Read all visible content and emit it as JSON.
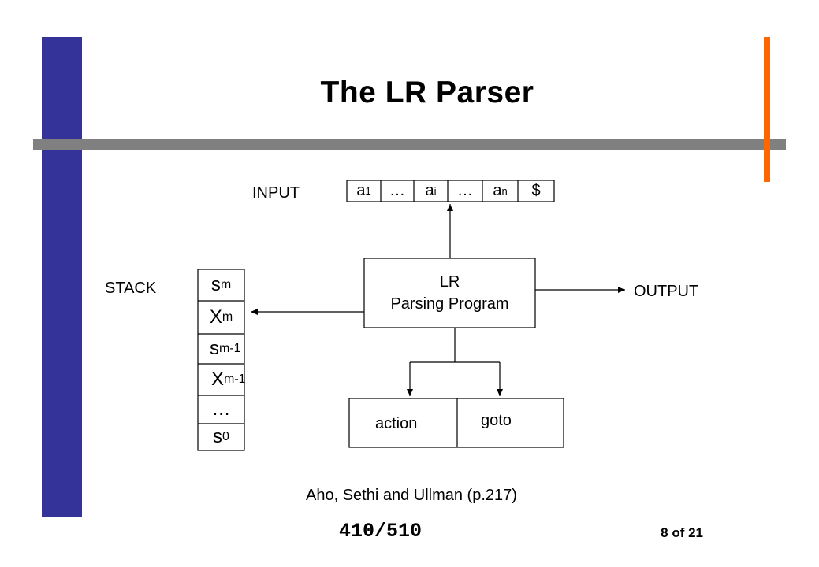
{
  "slide": {
    "title": "The LR Parser",
    "course": "410/510",
    "page": "8 of 21",
    "citation": "Aho, Sethi and Ullman (p.217)"
  },
  "labels": {
    "input": "INPUT",
    "stack": "STACK",
    "output": "OUTPUT"
  },
  "input_tape": [
    {
      "base": "a",
      "sub": "1"
    },
    {
      "base": "…",
      "sub": ""
    },
    {
      "base": "a",
      "sub": "i"
    },
    {
      "base": "…",
      "sub": ""
    },
    {
      "base": "a",
      "sub": "n"
    },
    {
      "base": "$",
      "sub": ""
    }
  ],
  "program": {
    "line1": "LR",
    "line2": "Parsing Program"
  },
  "stack_cells": [
    {
      "base": "s",
      "sub": "m"
    },
    {
      "base": "X",
      "sub": "m"
    },
    {
      "base": "s",
      "sub": "m-1"
    },
    {
      "base": "X",
      "sub": "m-1"
    },
    {
      "base": "…",
      "sub": ""
    },
    {
      "base": "s",
      "sub": "0"
    }
  ],
  "tables": {
    "action": "action",
    "goto": "goto"
  },
  "colors": {
    "left_bar": "#333399",
    "top_line": "#808080",
    "accent_bar": "#ff6600"
  }
}
